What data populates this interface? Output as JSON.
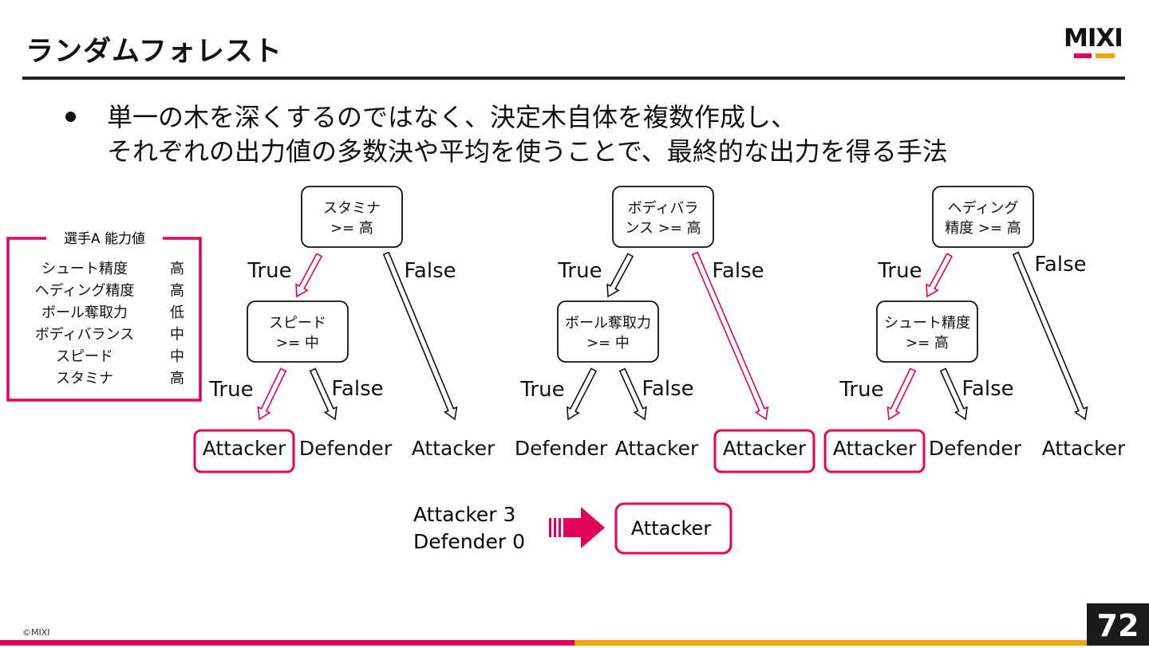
{
  "header": {
    "title": "ランダムフォレスト",
    "logo_text": "MIXI"
  },
  "bullet": {
    "line1": "単一の木を深くするのではなく、決定木自体を複数作成し、",
    "line2": "それぞれの出力値の多数決や平均を使うことで、最終的な出力を得る手法"
  },
  "player_card": {
    "title": "選手A 能力値",
    "stats": [
      {
        "name": "シュート精度",
        "value": "高"
      },
      {
        "name": "ヘディング精度",
        "value": "高"
      },
      {
        "name": "ボール奪取力",
        "value": "低"
      },
      {
        "name": "ボディバランス",
        "value": "中"
      },
      {
        "name": "スピード",
        "value": "中"
      },
      {
        "name": "スタミナ",
        "value": "高"
      }
    ]
  },
  "trees": [
    {
      "root": [
        "スタミナ",
        ">= 高"
      ],
      "inner": [
        "スピード",
        ">= 中"
      ],
      "leaves": [
        "Attacker",
        "Defender",
        "Attacker"
      ]
    },
    {
      "root": [
        "ボディバラ",
        "ンス >= 高"
      ],
      "inner": [
        "ボール奪取力",
        ">= 中"
      ],
      "leaves": [
        "Defender",
        "Attacker",
        "Attacker"
      ]
    },
    {
      "root": [
        "ヘディング",
        "精度 >= 高"
      ],
      "inner": [
        "シュート精度",
        ">= 高"
      ],
      "leaves": [
        "Attacker",
        "Defender",
        "Attacker"
      ]
    }
  ],
  "branch_labels": {
    "true": "True",
    "false": "False"
  },
  "vote": {
    "line1": "Attacker  3",
    "line2": "Defender 0",
    "result": "Attacker"
  },
  "footer": {
    "copyright": "©MIXI",
    "page_number": "72"
  },
  "colors": {
    "accent": "#e3005a",
    "accent2": "#f2a00c",
    "text": "#111111"
  }
}
